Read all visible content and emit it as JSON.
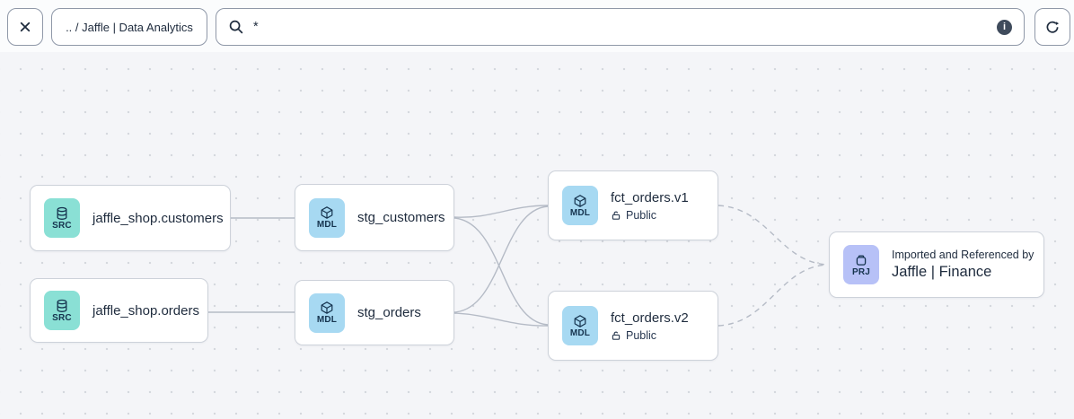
{
  "toolbar": {
    "breadcrumb": {
      "label": ".. / Jaffle | Data Analytics"
    },
    "search": {
      "value": "*",
      "placeholder": "",
      "info_glyph": "i"
    }
  },
  "canvas": {
    "nodes": [
      {
        "type": "source",
        "badge": "SRC",
        "label": "jaffle_shop.customers"
      },
      {
        "type": "source",
        "badge": "SRC",
        "label": "jaffle_shop.orders"
      },
      {
        "type": "model",
        "badge": "MDL",
        "label": "stg_customers"
      },
      {
        "type": "model",
        "badge": "MDL",
        "label": "stg_orders"
      },
      {
        "type": "model",
        "badge": "MDL",
        "label": "fct_orders.v1",
        "access": "Public"
      },
      {
        "type": "model",
        "badge": "MDL",
        "label": "fct_orders.v2",
        "access": "Public"
      },
      {
        "type": "project",
        "badge": "PRJ",
        "subtitle": "Imported and Referenced by",
        "label": "Jaffle | Finance"
      }
    ],
    "edges": [
      {
        "from": "jaffle_shop.customers",
        "to": "stg_customers",
        "style": "solid"
      },
      {
        "from": "jaffle_shop.orders",
        "to": "stg_orders",
        "style": "solid"
      },
      {
        "from": "stg_customers",
        "to": "fct_orders.v1",
        "style": "solid"
      },
      {
        "from": "stg_customers",
        "to": "fct_orders.v2",
        "style": "solid"
      },
      {
        "from": "stg_orders",
        "to": "fct_orders.v1",
        "style": "solid"
      },
      {
        "from": "stg_orders",
        "to": "fct_orders.v2",
        "style": "solid"
      },
      {
        "from": "fct_orders.v1",
        "to": "Jaffle | Finance",
        "style": "dashed"
      },
      {
        "from": "fct_orders.v2",
        "to": "Jaffle | Finance",
        "style": "dashed"
      }
    ],
    "colors": {
      "canvas_bg": "#f4f5f8",
      "dot": "#d5d8de",
      "edge": "#b5bbc6",
      "node_border": "#cdd2da",
      "text": "#1e2b3d",
      "src_badge": "#8ae0d5",
      "mdl_badge": "#a7d9f2",
      "prj_badge": "#b7c1f7"
    }
  }
}
